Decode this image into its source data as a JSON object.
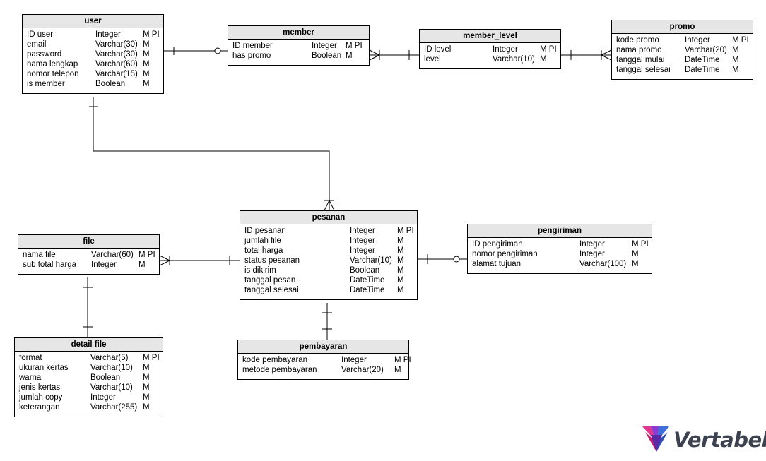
{
  "entities": {
    "user": {
      "name": "user",
      "rows": [
        {
          "field": "ID user",
          "type": "Integer",
          "flags": "M PI"
        },
        {
          "field": "email",
          "type": "Varchar(30)",
          "flags": "M"
        },
        {
          "field": "password",
          "type": "Varchar(30)",
          "flags": "M"
        },
        {
          "field": "nama lengkap",
          "type": "Varchar(60)",
          "flags": "M"
        },
        {
          "field": "nomor telepon",
          "type": "Varchar(15)",
          "flags": "M"
        },
        {
          "field": "is member",
          "type": "Boolean",
          "flags": "M"
        }
      ]
    },
    "member": {
      "name": "member",
      "rows": [
        {
          "field": "ID member",
          "type": "Integer",
          "flags": "M PI"
        },
        {
          "field": "has promo",
          "type": "Boolean",
          "flags": "M"
        }
      ]
    },
    "member_level": {
      "name": "member_level",
      "rows": [
        {
          "field": "ID level",
          "type": "Integer",
          "flags": "M PI"
        },
        {
          "field": "level",
          "type": "Varchar(10)",
          "flags": "M"
        }
      ]
    },
    "promo": {
      "name": "promo",
      "rows": [
        {
          "field": "kode promo",
          "type": "Integer",
          "flags": "M PI"
        },
        {
          "field": "nama promo",
          "type": "Varchar(20)",
          "flags": "M"
        },
        {
          "field": "tanggal mulai",
          "type": "DateTime",
          "flags": "M"
        },
        {
          "field": "tanggal selesai",
          "type": "DateTime",
          "flags": "M"
        }
      ]
    },
    "pesanan": {
      "name": "pesanan",
      "rows": [
        {
          "field": "ID pesanan",
          "type": "Integer",
          "flags": "M PI"
        },
        {
          "field": "jumlah file",
          "type": "Integer",
          "flags": "M"
        },
        {
          "field": "total harga",
          "type": "Integer",
          "flags": "M"
        },
        {
          "field": "status pesanan",
          "type": "Varchar(10)",
          "flags": "M"
        },
        {
          "field": "is dikirim",
          "type": "Boolean",
          "flags": "M"
        },
        {
          "field": "tanggal pesan",
          "type": "DateTime",
          "flags": "M"
        },
        {
          "field": "tanggal selesai",
          "type": "DateTime",
          "flags": "M"
        }
      ]
    },
    "pengiriman": {
      "name": "pengiriman",
      "rows": [
        {
          "field": "ID pengiriman",
          "type": "Integer",
          "flags": "M PI"
        },
        {
          "field": "nomor pengiriman",
          "type": "Integer",
          "flags": "M"
        },
        {
          "field": "alamat tujuan",
          "type": "Varchar(100)",
          "flags": "M"
        }
      ]
    },
    "file": {
      "name": "file",
      "rows": [
        {
          "field": "nama file",
          "type": "Varchar(60)",
          "flags": "M PI"
        },
        {
          "field": "sub total harga",
          "type": "Integer",
          "flags": "M"
        }
      ]
    },
    "detail_file": {
      "name": "detail file",
      "rows": [
        {
          "field": "format",
          "type": "Varchar(5)",
          "flags": "M PI"
        },
        {
          "field": "ukuran kertas",
          "type": "Varchar(10)",
          "flags": "M"
        },
        {
          "field": "warna",
          "type": "Boolean",
          "flags": "M"
        },
        {
          "field": "jenis kertas",
          "type": "Varchar(10)",
          "flags": "M"
        },
        {
          "field": "jumlah copy",
          "type": "Integer",
          "flags": "M"
        },
        {
          "field": "keterangan",
          "type": "Varchar(255)",
          "flags": "M"
        }
      ]
    },
    "pembayaran": {
      "name": "pembayaran",
      "rows": [
        {
          "field": "kode pembayaran",
          "type": "Integer",
          "flags": "M PI"
        },
        {
          "field": "metode pembayaran",
          "type": "Varchar(20)",
          "flags": "M"
        }
      ]
    }
  },
  "relationships": [
    {
      "from": "user",
      "to": "member",
      "from_end": "one",
      "to_end": "zero-or-one"
    },
    {
      "from": "member",
      "to": "member_level",
      "from_end": "many",
      "to_end": "one"
    },
    {
      "from": "member_level",
      "to": "promo",
      "from_end": "one",
      "to_end": "many"
    },
    {
      "from": "user",
      "to": "pesanan",
      "from_end": "one",
      "to_end": "many"
    },
    {
      "from": "pesanan",
      "to": "file",
      "from_end": "one",
      "to_end": "many"
    },
    {
      "from": "pesanan",
      "to": "pengiriman",
      "from_end": "one",
      "to_end": "zero-or-one"
    },
    {
      "from": "pesanan",
      "to": "pembayaran",
      "from_end": "one",
      "to_end": "one"
    },
    {
      "from": "file",
      "to": "detail_file",
      "from_end": "one",
      "to_end": "one"
    }
  ],
  "logo": {
    "text": "Vertabelo"
  },
  "colors": {
    "header_bg": "#e6e6e6",
    "line": "#000000",
    "logo_text": "#3d4250"
  }
}
